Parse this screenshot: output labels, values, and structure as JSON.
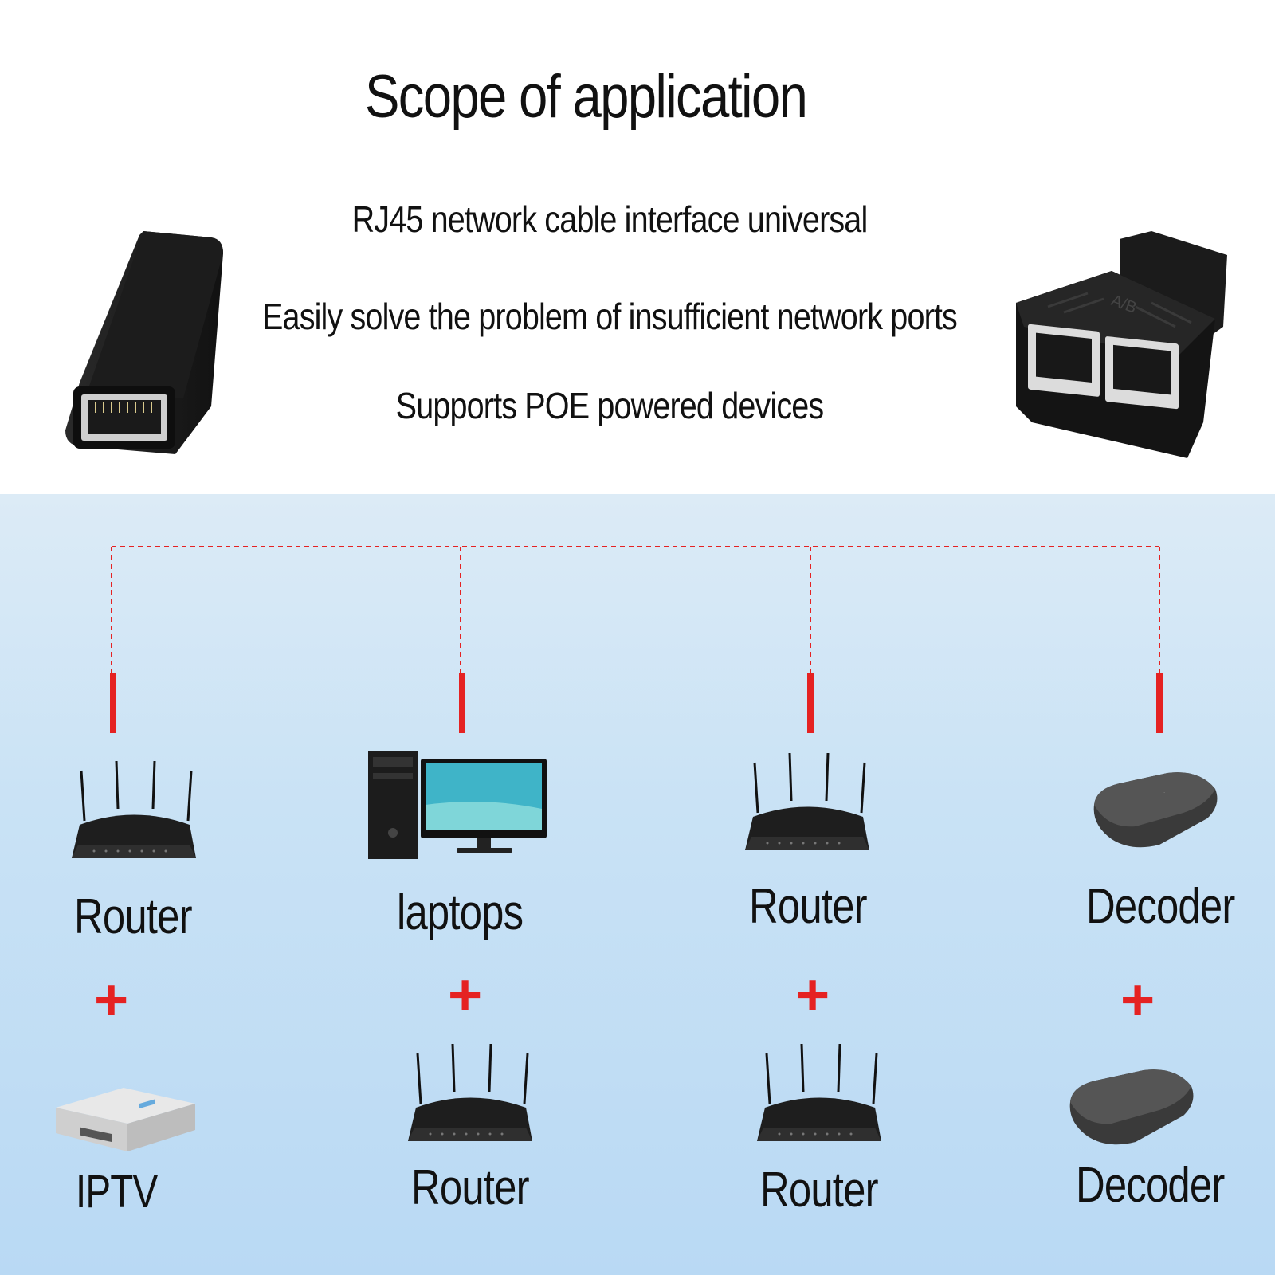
{
  "title": "Scope of application",
  "features": [
    "RJ45 network cable interface universal",
    "Easily solve the problem of insufficient network ports",
    "Supports POE powered devices"
  ],
  "colors": {
    "connector_line": "#e52222",
    "plus": "#e52222",
    "background_bottom": "#c9e2f5"
  },
  "products": {
    "left": "rj45-coupler-icon",
    "right": "rj45-splitter-icon",
    "splitter_marking": "A/B"
  },
  "columns": [
    {
      "top_device": "router-icon",
      "top_label": "Router",
      "plus": "+",
      "bottom_device": "iptv-box-icon",
      "bottom_label": "IPTV"
    },
    {
      "top_device": "desktop-computer-icon",
      "top_label": "laptops",
      "plus": "+",
      "bottom_device": "router-icon",
      "bottom_label": "Router"
    },
    {
      "top_device": "router-icon",
      "top_label": "Router",
      "plus": "+",
      "bottom_device": "router-icon",
      "bottom_label": "Router"
    },
    {
      "top_device": "decoder-box-icon",
      "top_label": "Decoder",
      "plus": "+",
      "bottom_device": "decoder-box-icon",
      "bottom_label": "Decoder"
    }
  ]
}
